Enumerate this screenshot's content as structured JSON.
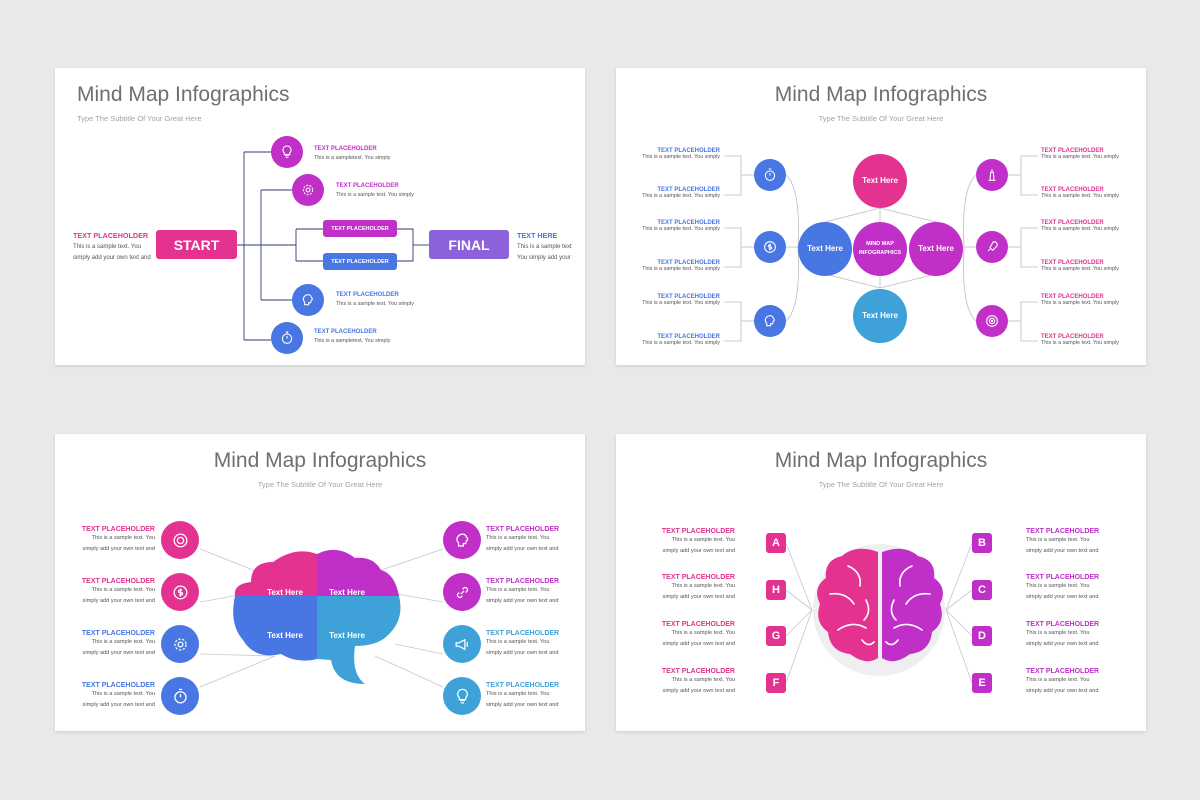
{
  "common": {
    "title": "Mind Map Infographics",
    "subtitle": "Type The Subtitle Of Your Great Here",
    "placeholder": "TEXT PLACEHOLDER",
    "sample_short": "This is a sample text. You simply",
    "sample_l1": "This is a sample text. You",
    "sample_l2": "simply add your own text and",
    "text_here": "Text Here"
  },
  "slide1": {
    "start": "START",
    "final": "FINAL",
    "final_label": "TEXT HERE",
    "final_l1": "This is a sample text",
    "final_l2": "You simply add your",
    "items": [
      {
        "label": "TEXT PLACEHOLDER",
        "text": "This is a sampletext. You simply",
        "icon": "lightbulb-icon",
        "color": "#c12fc9"
      },
      {
        "label": "TEXT PLACEHOLDER",
        "text": "This is a sample text. You simply",
        "icon": "gear-icon",
        "color": "#c12fc9"
      },
      {
        "label": "TEXT PLACEHOLDER",
        "text": "This is a sample text. You simply",
        "icon": "brain-icon",
        "color": "#4876e2"
      },
      {
        "label": "TEXT PLACEHOLDER",
        "text": "This is a sampletext. You simply",
        "icon": "stopwatch-icon",
        "color": "#4876e2"
      }
    ]
  },
  "slide2": {
    "center": "MIND MAP INFOGRAPHICS",
    "center_l1": "MIND MAP",
    "center_l2": "INFOGRAPHICS",
    "left_icons": [
      "stopwatch-icon",
      "dollar-icon",
      "brain-icon"
    ],
    "right_icons": [
      "lighthouse-icon",
      "rocket-icon",
      "target-icon"
    ]
  },
  "slide3": {
    "left_items": [
      "target-icon",
      "dollar-icon",
      "gear-icon",
      "stopwatch-icon"
    ],
    "right_items": [
      "brain-icon",
      "link-icon",
      "megaphone-icon",
      "lightbulb-icon"
    ]
  },
  "slide4": {
    "left_letters": [
      "A",
      "H",
      "G",
      "F"
    ],
    "right_letters": [
      "B",
      "C",
      "D",
      "E"
    ]
  },
  "colors": {
    "magenta": "#e3328f",
    "purple": "#c12fc9",
    "blue": "#4876e2",
    "sky": "#3ea2d8",
    "violet": "#8c62dc"
  }
}
